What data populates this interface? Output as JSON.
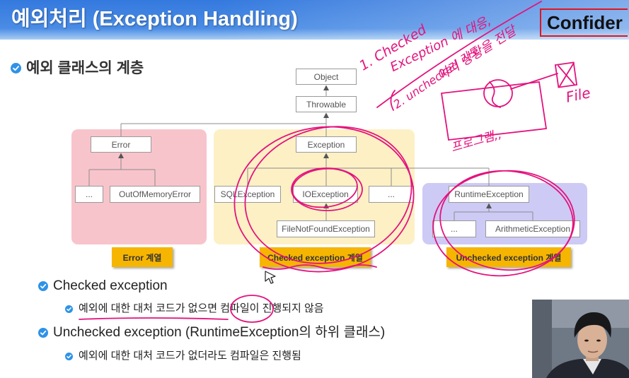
{
  "slide": {
    "title": "예외처리 (Exception Handling)",
    "confidential": "Confider",
    "heading": "예외 클래스의 계층"
  },
  "hierarchy": {
    "object": "Object",
    "throwable": "Throwable",
    "error": {
      "name": "Error",
      "children": [
        "...",
        "OutOfMemoryError"
      ],
      "group_label": "Error 계열"
    },
    "checked": {
      "name": "Exception",
      "children": [
        "SQLException",
        "IOException",
        "..."
      ],
      "io_child": "FileNotFoundException",
      "group_label": "Checked exception 계열"
    },
    "unchecked": {
      "name": "RuntimeException",
      "children": [
        "...",
        "ArithmeticException"
      ],
      "group_label": "Unchecked exception 계열"
    }
  },
  "bullets": [
    {
      "text": "Checked exception",
      "sub": "예외에 대한 대처 코드가 없으면 컴파일이 진행되지 않음"
    },
    {
      "text": "Unchecked exception (RuntimeException의 하위 클래스)",
      "sub": "예외에 대한 대처 코드가 없더라도 컴파일은 진행됨"
    }
  ],
  "annotations": {
    "note1": [
      "1. Checked",
      "Exception 에 대응,"
    ],
    "note2": [
      "2. unchecked 라도",
      "여러 상황을 전달"
    ],
    "file": "File",
    "program": "프로그램,,"
  },
  "icons": {
    "bullet": "check-circle-icon",
    "cursor": "pointer-cursor-icon",
    "webcam": "presenter-webcam"
  },
  "colors": {
    "header": "#3479de",
    "header_light": "#a9cdf3",
    "error_group": "#f8c4cb",
    "checked_group": "#fdf0c5",
    "unchecked_group": "#cdcaf5",
    "group_label": "#f6b500",
    "bullet": "#2e92e8",
    "confidential_border": "#e0151f",
    "ink": "#e3137d"
  }
}
